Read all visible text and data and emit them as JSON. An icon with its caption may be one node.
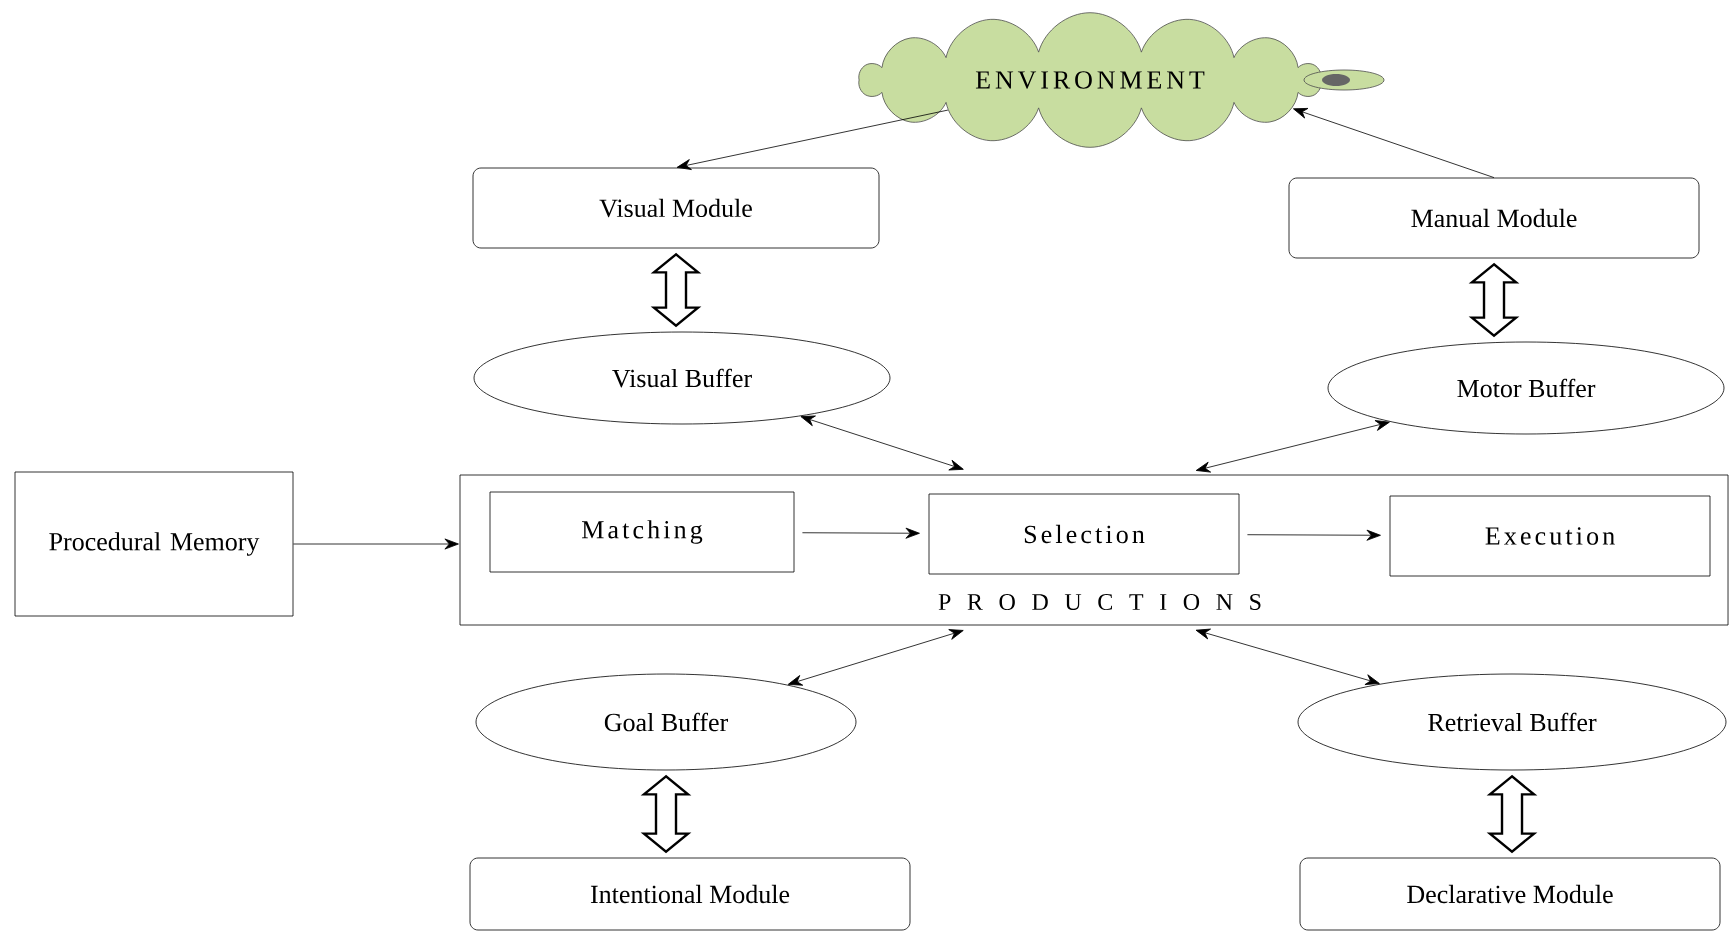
{
  "diagram": {
    "nodes": [
      {
        "text": [
          "ENVIRONMENT"
        ]
      },
      {
        "text": [
          "Visual Module"
        ]
      },
      {
        "text": [
          "Manual Module"
        ]
      },
      {
        "text": [
          "Visual Buffer"
        ]
      },
      {
        "text": [
          "Motor Buffer"
        ]
      },
      {
        "text": [
          "Procedural Memory"
        ]
      },
      {
        "text": [
          "P R O D U C T I O N S"
        ]
      },
      {
        "text": [
          "Matching"
        ],
        "in": 6
      },
      {
        "text": [
          "Selection"
        ],
        "in": 6
      },
      {
        "text": [
          "Execution"
        ],
        "in": 6
      },
      {
        "text": [
          "Goal Buffer"
        ]
      },
      {
        "text": [
          "Retrieval Buffer"
        ]
      },
      {
        "text": [
          "Intentional Module"
        ]
      },
      {
        "text": [
          "Declarative Module"
        ]
      }
    ],
    "edges": [
      {
        "from": 0,
        "to": 1,
        "arrow": "to"
      },
      {
        "from": 2,
        "to": 0,
        "arrow": "to"
      },
      {
        "from": 1,
        "to": 3,
        "arrow": "both",
        "style": "thick"
      },
      {
        "from": 2,
        "to": 4,
        "arrow": "both",
        "style": "thick"
      },
      {
        "from": 3,
        "to": 6,
        "arrow": "both"
      },
      {
        "from": 4,
        "to": 6,
        "arrow": "both"
      },
      {
        "from": 5,
        "to": 6,
        "arrow": "to"
      },
      {
        "from": 7,
        "to": 8,
        "arrow": "to"
      },
      {
        "from": 8,
        "to": 9,
        "arrow": "to"
      },
      {
        "from": 10,
        "to": 6,
        "arrow": "both"
      },
      {
        "from": 11,
        "to": 6,
        "arrow": "both"
      },
      {
        "from": 10,
        "to": 12,
        "arrow": "both",
        "style": "thick"
      },
      {
        "from": 11,
        "to": 13,
        "arrow": "both",
        "style": "thick"
      }
    ]
  }
}
